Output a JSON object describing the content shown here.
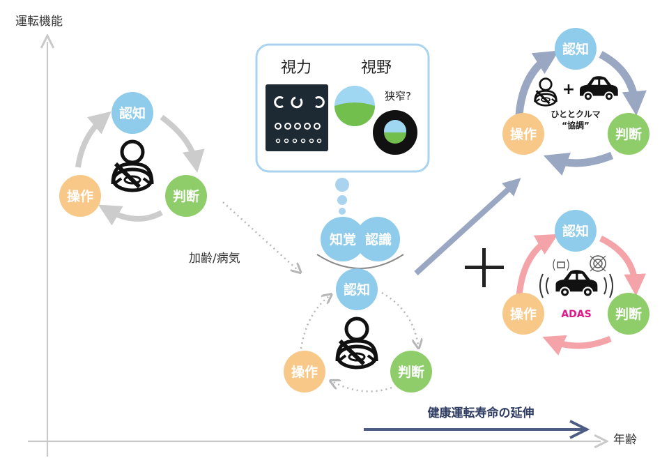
{
  "axes": {
    "y_label": "運転機能",
    "x_label": "年齢"
  },
  "cycle_labels": {
    "recognition": "認知",
    "judgment": "判断",
    "operation": "操作"
  },
  "transition_label": "加齢/病気",
  "vision_box": {
    "acuity_label": "視力",
    "field_label": "視野",
    "narrowing_label": "狭窄?"
  },
  "perception_labels": {
    "perception": "知覚",
    "cognition": "認識"
  },
  "cooperation": {
    "line1": "ひととクルマ",
    "line2": "“協調”"
  },
  "adas_label": "ADAS",
  "extension_label": "健康運転寿命の延伸",
  "colors": {
    "recognition": "#8fcbea",
    "judgment": "#8fcd6a",
    "operation": "#f8c888",
    "gray_arrow": "#cccccc",
    "blue_arrow": "#9aa7c3",
    "pink_arrow": "#f4a3a8",
    "navy_arrow": "#4d5c82",
    "adas_text": "#e0188a",
    "vision_border": "#a9d3ee"
  }
}
